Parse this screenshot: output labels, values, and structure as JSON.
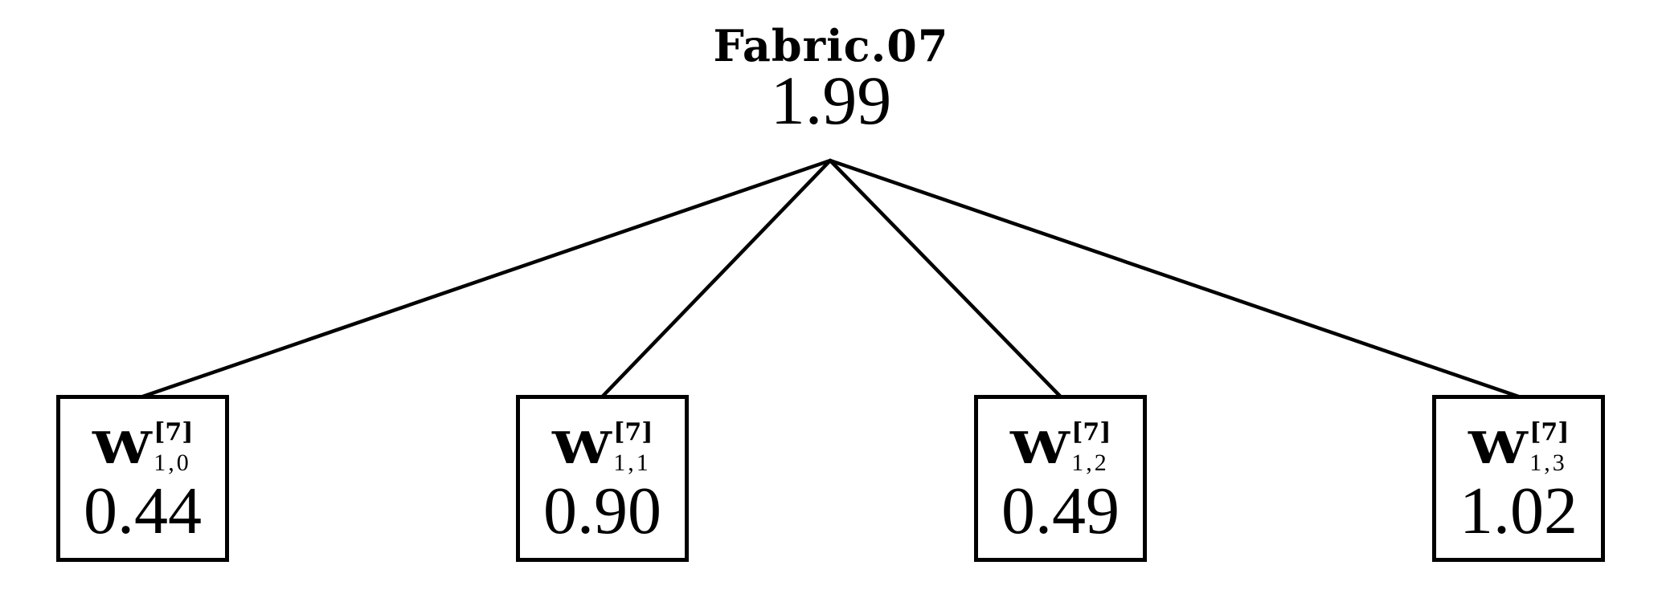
{
  "diagram": {
    "type": "tree",
    "root": {
      "label": "Fabric.07",
      "value": "1.99"
    },
    "children": [
      {
        "symbol": "W",
        "superscript": "[7]",
        "subscript": "1,0",
        "value": "0.44"
      },
      {
        "symbol": "W",
        "superscript": "[7]",
        "subscript": "1,1",
        "value": "0.90"
      },
      {
        "symbol": "W",
        "superscript": "[7]",
        "subscript": "1,2",
        "value": "0.49"
      },
      {
        "symbol": "W",
        "superscript": "[7]",
        "subscript": "1,3",
        "value": "1.02"
      }
    ],
    "edges": [
      {
        "from": "root",
        "to": "child-0"
      },
      {
        "from": "root",
        "to": "child-1"
      },
      {
        "from": "root",
        "to": "child-2"
      },
      {
        "from": "root",
        "to": "child-3"
      }
    ],
    "colors": {
      "background": "#ffffff",
      "stroke": "#000000",
      "text": "#000000"
    }
  }
}
